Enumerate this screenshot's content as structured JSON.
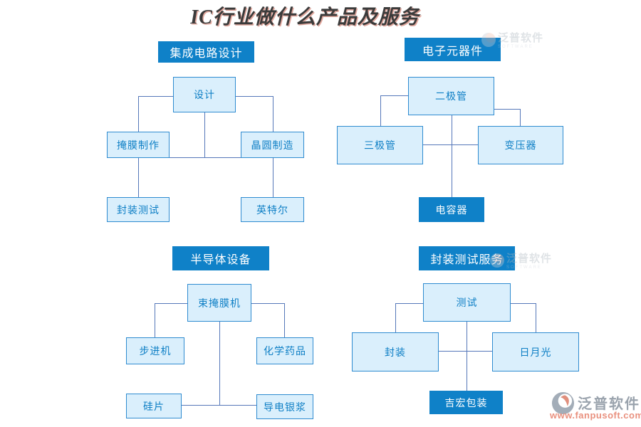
{
  "title": "IC行业做什么产品及服务",
  "groups": [
    {
      "header": "集成电路设计",
      "nodes": [
        {
          "label": "设计"
        },
        {
          "label": "掩膜制作"
        },
        {
          "label": "晶圆制造"
        },
        {
          "label": "封装测试"
        },
        {
          "label": "英特尔"
        }
      ]
    },
    {
      "header": "电子元器件",
      "nodes": [
        {
          "label": "二极管"
        },
        {
          "label": "三极管"
        },
        {
          "label": "变压器"
        },
        {
          "label": "电容器"
        }
      ]
    },
    {
      "header": "半导体设备",
      "nodes": [
        {
          "label": "束掩膜机"
        },
        {
          "label": "步进机"
        },
        {
          "label": "化学药品"
        },
        {
          "label": "硅片"
        },
        {
          "label": "导电银浆"
        }
      ]
    },
    {
      "header": "封装测试服务",
      "nodes": [
        {
          "label": "测试"
        },
        {
          "label": "封装"
        },
        {
          "label": "日月光"
        },
        {
          "label": "吉宏包装"
        }
      ]
    }
  ],
  "watermark": {
    "text": "泛普软件",
    "subtext": "SOFTWARE"
  },
  "logo": {
    "name": "泛普软件",
    "url": "www.fanpusoft.com"
  },
  "colors": {
    "header_bg": "#0f81c8",
    "node_fill": "#daeffc",
    "node_border": "#2e8bd0",
    "node_text": "#0e7fc5",
    "solid_node_bg": "#0f81c8",
    "solid_node_text": "#ffffff",
    "line": "#5577b9",
    "logo_gray": "#9aa3ad",
    "logo_salmon": "#e9907e"
  }
}
